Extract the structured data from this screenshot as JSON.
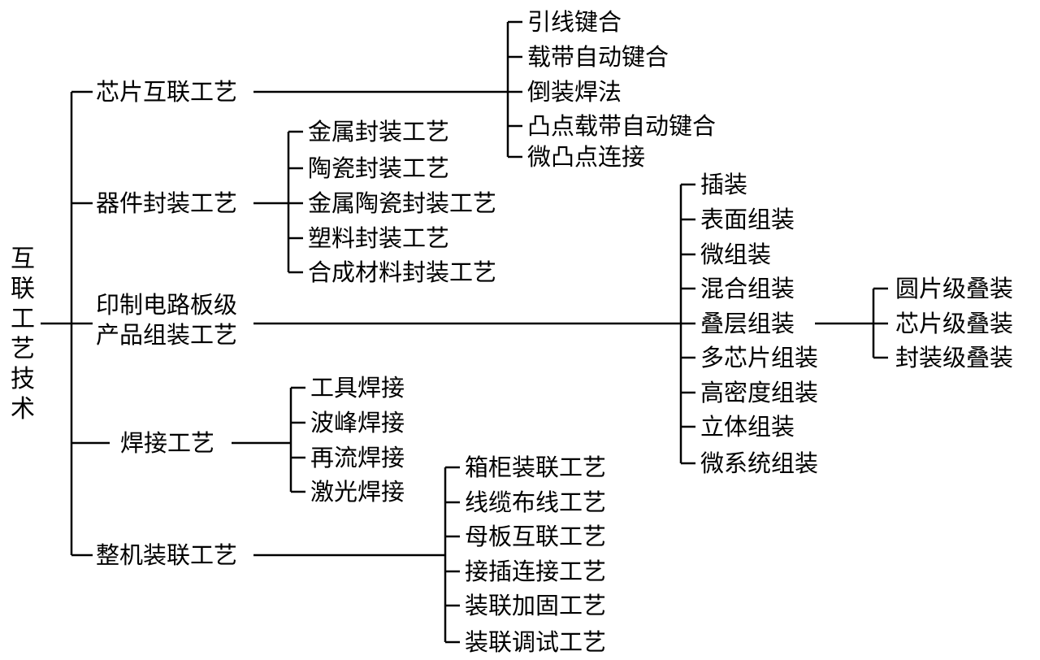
{
  "title": "互联工艺技术",
  "line_color": "#000000",
  "branches": [
    {
      "label": "芯片互联工艺",
      "children": [
        "引线键合",
        "载带自动键合",
        "倒装焊法",
        "凸点载带自动键合",
        "微凸点连接"
      ]
    },
    {
      "label": "器件封装工艺",
      "children": [
        "金属封装工艺",
        "陶瓷封装工艺",
        "金属陶瓷封装工艺",
        "塑料封装工艺",
        "合成材料封装工艺"
      ]
    },
    {
      "label_line1": "印制电路板级",
      "label_line2": "产品组装工艺",
      "children": [
        "插装",
        "表面组装",
        "微组装",
        "混合组装",
        "叠层组装",
        "多芯片组装",
        "高密度组装",
        "立体组装",
        "微系统组装"
      ],
      "sub_branch": {
        "parent": "叠层组装",
        "children": [
          "圆片级叠装",
          "芯片级叠装",
          "封装级叠装"
        ]
      }
    },
    {
      "label": "焊接工艺",
      "children": [
        "工具焊接",
        "波峰焊接",
        "再流焊接",
        "激光焊接"
      ]
    },
    {
      "label": "整机装联工艺",
      "children": [
        "箱柜装联工艺",
        "线缆布线工艺",
        "母板互联工艺",
        "接插连接工艺",
        "装联加固工艺",
        "装联调试工艺"
      ]
    }
  ]
}
